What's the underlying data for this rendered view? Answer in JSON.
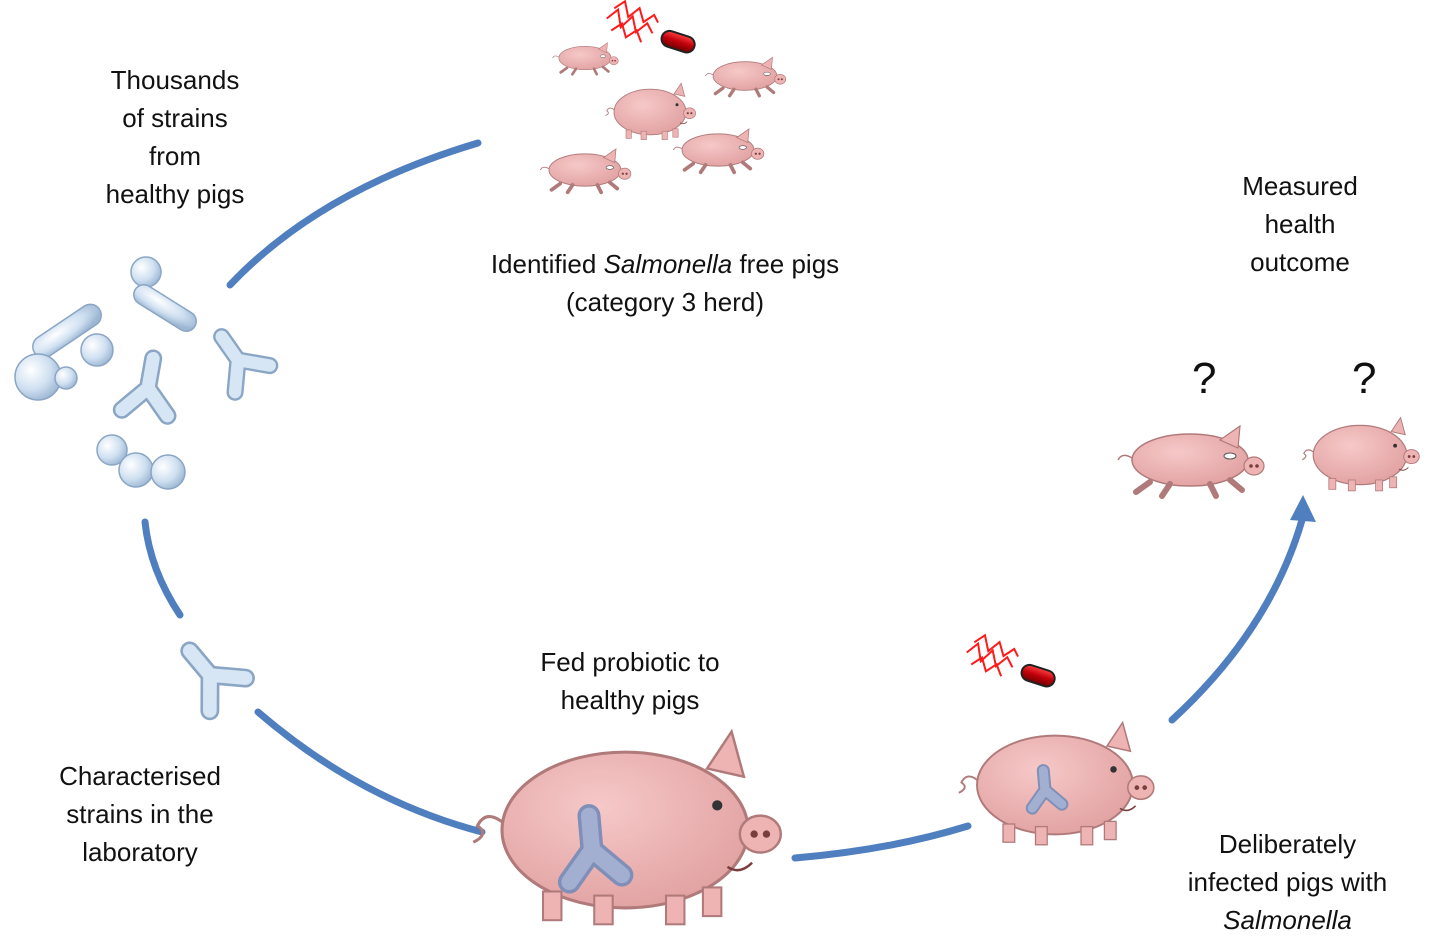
{
  "labels": {
    "thousands": [
      "Thousands",
      "of strains",
      "from",
      "healthy pigs"
    ],
    "identified": {
      "line1_prefix": "Identified ",
      "line1_italic": "Salmonella",
      "line1_suffix": " free pigs",
      "line2": "(category 3 herd)"
    },
    "measured": [
      "Measured",
      "health",
      "outcome"
    ],
    "fed": [
      "Fed probiotic to",
      "healthy pigs"
    ],
    "characterised": [
      "Characterised",
      "strains in the",
      "laboratory"
    ],
    "infected": {
      "line1": "Deliberately",
      "line2": "infected pigs with",
      "line3_italic": "Salmonella"
    }
  },
  "question_marks": [
    "?",
    "?"
  ],
  "colors": {
    "arrow": "#4f7fbf",
    "pig_body": "#eeb3b3",
    "pig_outline": "#b07a7a",
    "bacteria": "#c9dcef",
    "bacteria_outline": "#8aa6c4",
    "salmonella": "#c0000b",
    "flagella": "#ff1a1a"
  },
  "icons": [
    "pig-icon",
    "bacteria-icon",
    "salmonella-icon",
    "y-shaped-strain-icon",
    "arrow-icon"
  ]
}
